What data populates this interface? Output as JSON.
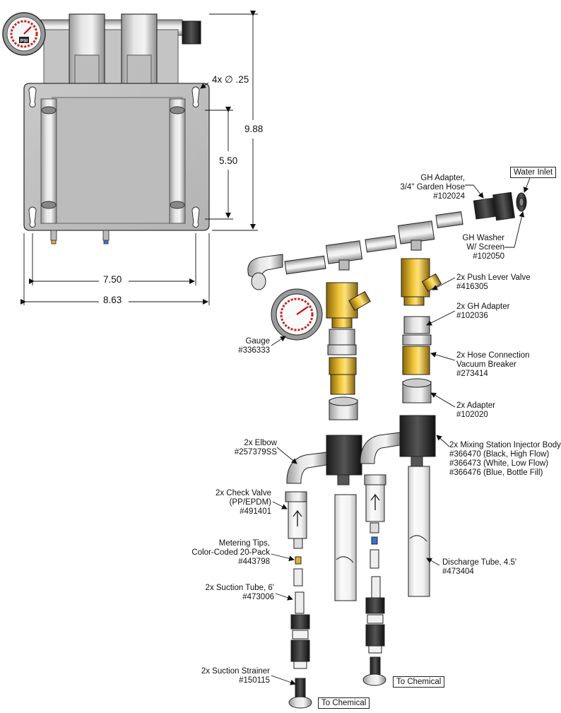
{
  "dimensions": {
    "holes": "4x ∅ .25",
    "height_total": "9.88",
    "height_slots": "5.50",
    "width_inner": "7.50",
    "width_total": "8.63"
  },
  "gauge_face": "PSI",
  "boxes": {
    "water_inlet": "Water Inlet",
    "to_chemical_right": "To Chemical",
    "to_chemical_left": "To Chemical"
  },
  "callouts": {
    "gh_adapter_hose": [
      "GH Adapter,",
      "3/4\" Garden Hose",
      "#102024"
    ],
    "gh_washer": [
      "GH Washer",
      "W/ Screen",
      "#102050"
    ],
    "push_lever_valve": [
      "2x Push Lever Valve",
      "#416305"
    ],
    "gh_adapter": [
      "2x GH Adapter",
      "#102036"
    ],
    "gauge": [
      "Gauge",
      "#336333"
    ],
    "vacuum_breaker": [
      "2x Hose Connection",
      "Vacuum Breaker",
      "#273414"
    ],
    "adapter": [
      "2x Adapter",
      "#102020"
    ],
    "elbow": [
      "2x Elbow",
      "#257379SS"
    ],
    "injector_body": [
      "2x Mixing Station Injector Body",
      "#366470 (Black, High Flow)",
      "#366473 (White, Low Flow)",
      "#366476 (Blue, Bottle Fill)"
    ],
    "check_valve": [
      "2x Check Valve",
      "(PP/EPDM)",
      "#491401"
    ],
    "metering_tips": [
      "Metering Tips,",
      "Color-Coded 20-Pack",
      "#443798"
    ],
    "discharge_tube": [
      "Discharge Tube, 4.5'",
      "#473404"
    ],
    "suction_tube": [
      "2x Suction Tube, 6'",
      "#473006"
    ],
    "suction_strainer": [
      "2x Suction Strainer",
      "#150115"
    ]
  }
}
